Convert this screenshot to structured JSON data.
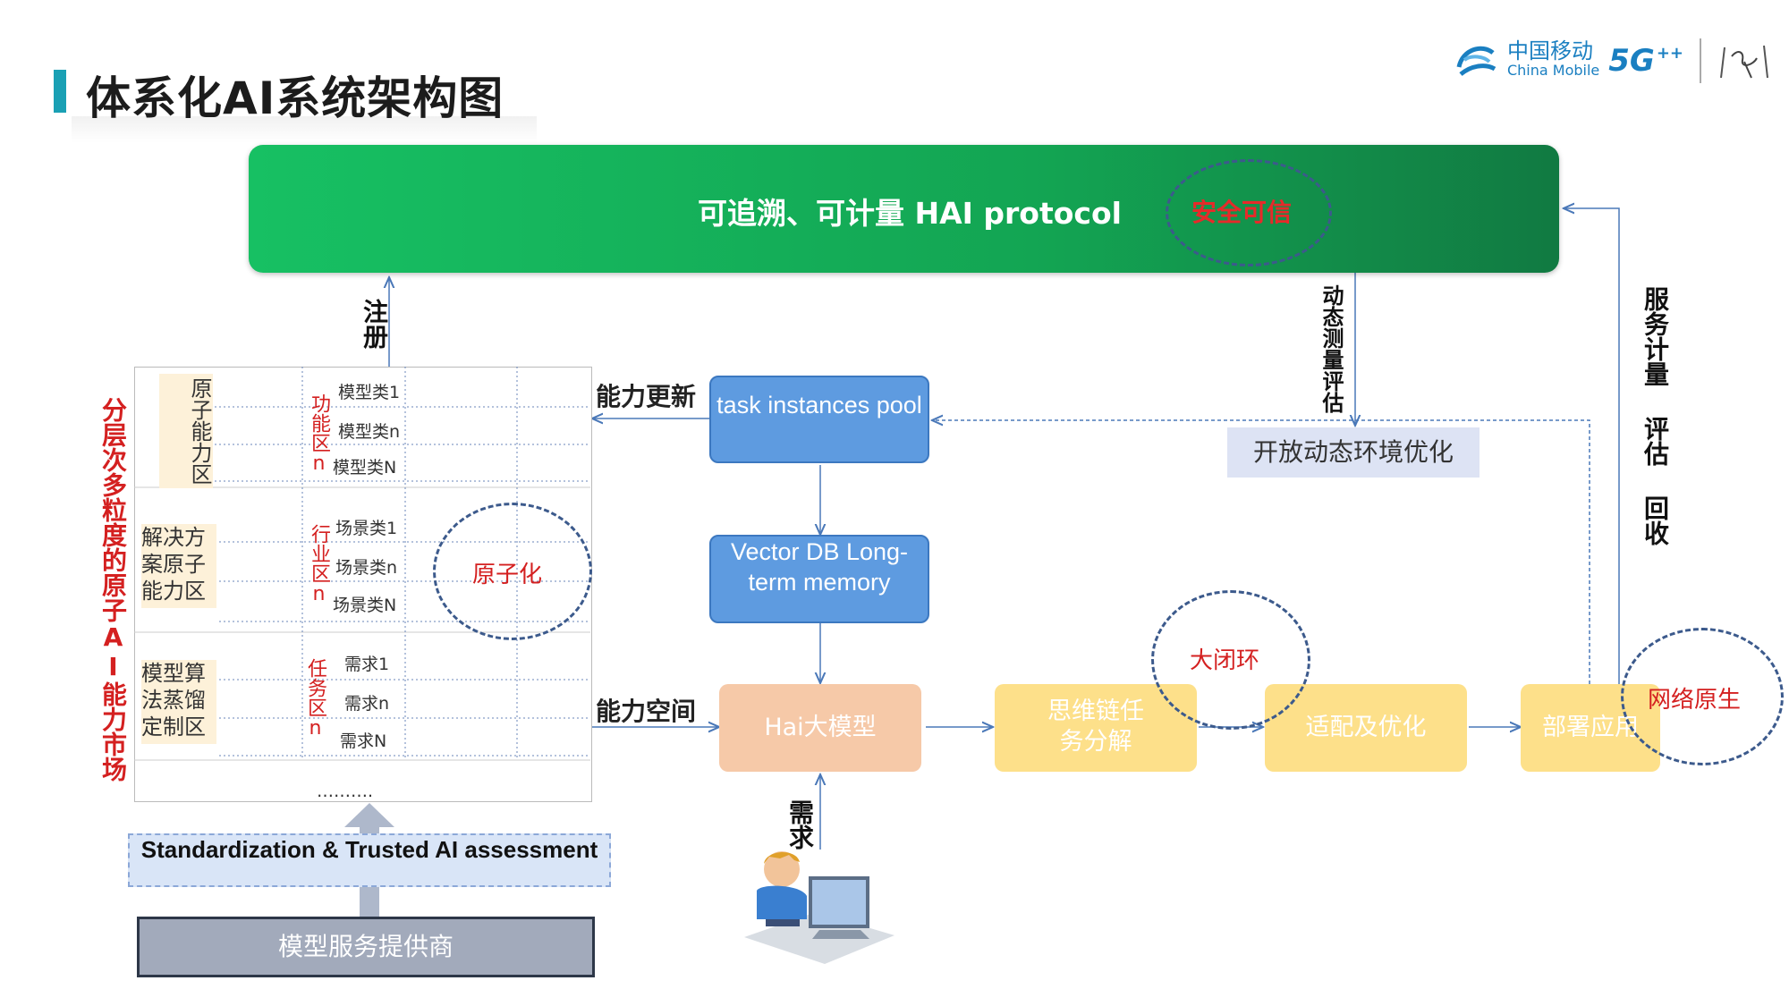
{
  "title": "体系化AI系统架构图",
  "logo": {
    "cn": "中国移动",
    "en": "China Mobile",
    "fiveg": "5G"
  },
  "protocol": {
    "text": "可追溯、可计量 HAI protocol",
    "safe": "安全可信"
  },
  "labels": {
    "register": "注册",
    "capability_update": "能力更新",
    "capability_space": "能力空间",
    "demand": "需求",
    "dynamic_eval": "动态测量评估",
    "service_metering": "服务计量 评估 回收",
    "market_vertical": "分层次多粒度的原子AI能力市场"
  },
  "market": {
    "rows": [
      {
        "zone": "原子能力区",
        "tag": "功能区n",
        "items": [
          "模型类1",
          "模型类n",
          "模型类N"
        ]
      },
      {
        "zone": "解决方案原子能力区",
        "tag": "行业区n",
        "items": [
          "场景类1",
          "场景类n",
          "场景类N"
        ]
      },
      {
        "zone": "模型算法蒸馏定制区",
        "tag": "任务区n",
        "items": [
          "需求1",
          "需求n",
          "需求N"
        ]
      }
    ],
    "atomize": "原子化",
    "ellipsis": "………."
  },
  "boxes": {
    "task_pool": "task instances pool",
    "vector_db": "Vector DB Long-term memory",
    "hai_model": "Hai大模型",
    "cot": "思维链任务分解",
    "adapt": "适配及优化",
    "deploy": "部署应用",
    "open_env": "开放动态环境优化"
  },
  "loops": {
    "big_loop": "大闭环",
    "network_native": "网络原生"
  },
  "bottom": {
    "standardization": "Standardization & Trusted AI assessment",
    "provider": "模型服务提供商"
  },
  "colors": {
    "green": "#13a553",
    "blue": "#5e9be0",
    "peach": "#f6c9a8",
    "yellow": "#fde08a",
    "red": "#d42020",
    "accent": "#1aa0b4"
  }
}
